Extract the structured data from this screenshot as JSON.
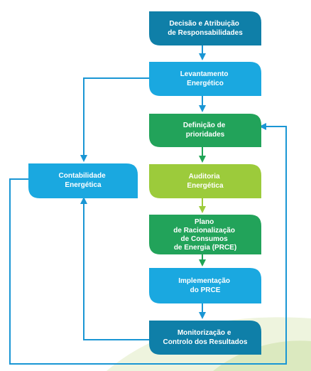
{
  "diagram": {
    "steps": [
      {
        "id": "decisao",
        "lines": [
          "Decisão e Atribuição",
          "de Responsabilidades"
        ]
      },
      {
        "id": "levantamento",
        "lines": [
          "Levantamento",
          "Energético"
        ]
      },
      {
        "id": "definicao",
        "lines": [
          "Definição de",
          "prioridades"
        ]
      },
      {
        "id": "contabilidade",
        "lines": [
          "Contabilidade",
          "Energética"
        ]
      },
      {
        "id": "auditoria",
        "lines": [
          "Auditoria",
          "Energética"
        ]
      },
      {
        "id": "plano",
        "lines": [
          "Plano",
          "de Racionalização",
          "de Consumos",
          "de Energia (PRCE)"
        ]
      },
      {
        "id": "implementacao",
        "lines": [
          "Implementação",
          "do PRCE"
        ]
      },
      {
        "id": "monitorizacao",
        "lines": [
          "Monitorização e",
          "Controlo dos Resultados"
        ]
      }
    ],
    "colors": {
      "dark_teal": "#0f7fa8",
      "light_blue": "#1aa8e0",
      "green": "#22a35a",
      "lime": "#9ccb3b",
      "arrow_blue": "#1a96d4",
      "arrow_green": "#20a456",
      "arrow_lime": "#9ccb3b",
      "hill_light": "#eef4de",
      "hill_mid": "#dbe9bf"
    }
  }
}
